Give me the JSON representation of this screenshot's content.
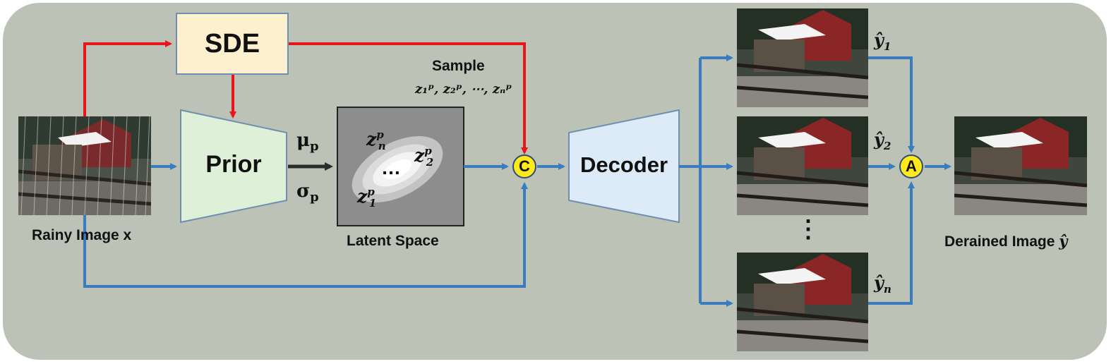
{
  "blocks": {
    "sde": "SDE",
    "prior": "Prior",
    "decoder": "Decoder"
  },
  "params": {
    "mu": "μ",
    "mu_sub": "p",
    "sigma": "σ",
    "sigma_sub": "p"
  },
  "labels": {
    "rainy_image": "Rainy Image x",
    "latent_space": "Latent Space",
    "sample": "Sample",
    "sample_list": "z₁ᵖ, z₂ᵖ, ⋯, zₙᵖ",
    "derained_text": "Derained Image ",
    "derained_symbol": "ŷ"
  },
  "latent_points": {
    "zn": "z",
    "zn_sup": "p",
    "zn_sub": "n",
    "z2": "z",
    "z2_sup": "p",
    "z2_sub": "2",
    "z1": "z",
    "z1_sup": "p",
    "z1_sub": "1",
    "dots": "…"
  },
  "outputs": {
    "y1": "ŷ",
    "y1_sub": "1",
    "y2": "ŷ",
    "y2_sub": "2",
    "yn": "ŷ",
    "yn_sub": "n",
    "vdots": "⋮"
  },
  "operators": {
    "concat": "C",
    "aggregate": "A"
  },
  "colors": {
    "background": "#bcc2b6",
    "red_arrow": "#e8151b",
    "blue_arrow": "#3a7cc0",
    "dark_arrow": "#2b2b2b",
    "sde_fill": "#fdf0cf",
    "prior_fill": "#dff0d8",
    "decoder_fill": "#dcebf7",
    "operator_fill": "#ffe91a"
  }
}
